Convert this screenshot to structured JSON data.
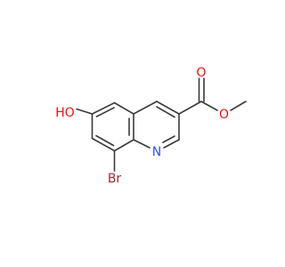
{
  "atoms": {
    "hydroxyl": {
      "label": "HO",
      "color": "#ff0d0d"
    },
    "carbonyl_oxygen": {
      "label": "O",
      "color": "#ff0d0d"
    },
    "ester_oxygen": {
      "label": "O",
      "color": "#ff0d0d"
    },
    "ring_nitrogen": {
      "label": "N",
      "color": "#2f50f8"
    },
    "bromine": {
      "label": "Br",
      "color": "#a62929"
    }
  },
  "bond_color": "#3a3a3a"
}
